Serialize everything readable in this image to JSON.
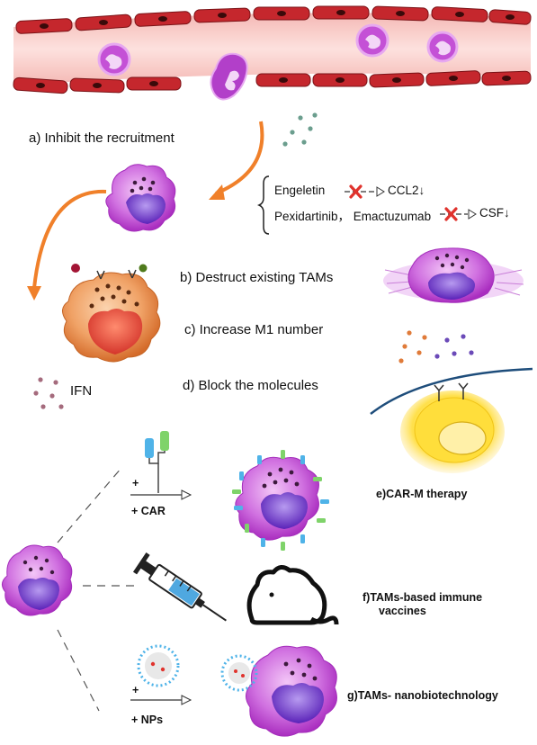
{
  "steps": {
    "a": "a) Inhibit the recruitment",
    "b": "b) Destruct existing TAMs",
    "c": "c) Increase M1 number",
    "d": "d) Block the molecules",
    "e": "e)CAR-M therapy",
    "f1": "f)TAMs-based immune",
    "f2": "vaccines",
    "g": "g)TAMs- nanobiotechnology"
  },
  "inhibitors": {
    "line1_drug": "Engeletin",
    "line1_target": "CCL2↓",
    "line2_drug": "Pexidartinib， Emactuzumab",
    "line2_target": "CSF↓"
  },
  "cytokine": "IFN",
  "arrows": {
    "car_plus": "+",
    "car_label": "+ CAR",
    "np_plus": "+",
    "np_label": "+ NPs"
  },
  "colors": {
    "vessel": "#f7c9c6",
    "rbc": "#c5272d",
    "macrophage": "#c451d6",
    "nucleus": "#6a2cc4",
    "m1": "#e07b3a",
    "arrow_orange": "#f0802a",
    "car_blue": "#4fb3e8",
    "car_green": "#7fd36a",
    "tumor_yellow": "#ffe14d",
    "membrane": "#1e4d7b"
  }
}
